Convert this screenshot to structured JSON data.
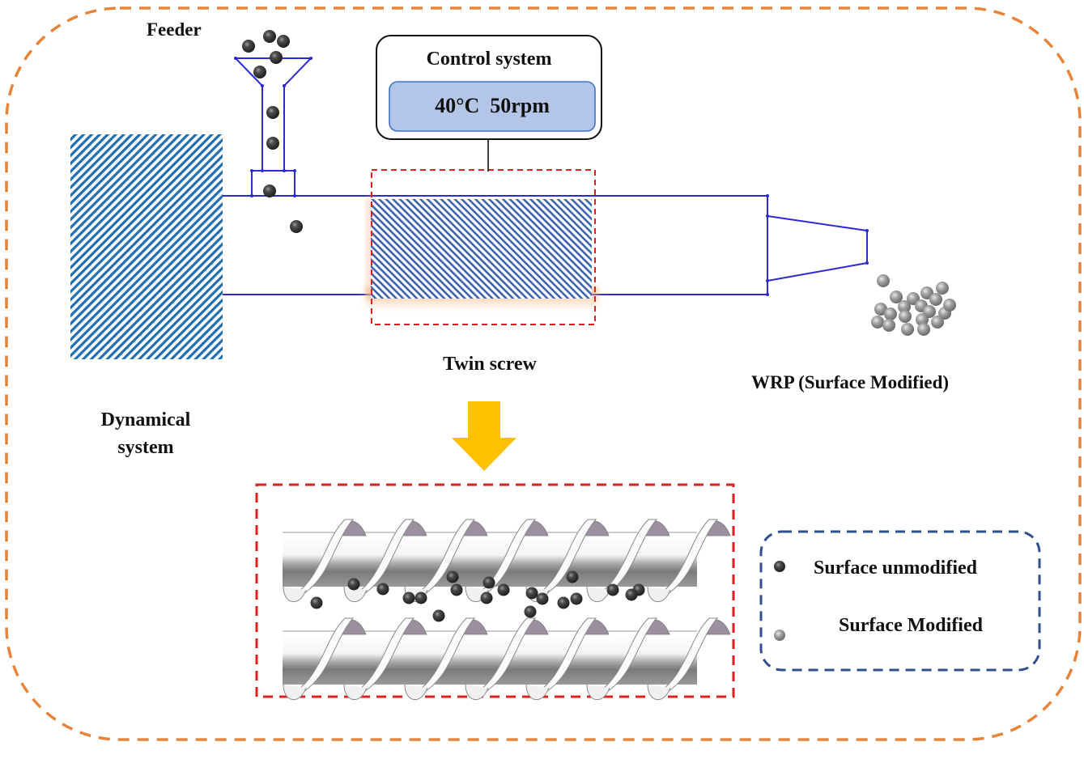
{
  "diagram": {
    "type": "process-schematic",
    "labels": {
      "feeder": "Feeder",
      "control_system_title": "Control system",
      "control_settings": "40°C  50rpm",
      "twin_screw": "Twin screw",
      "output_product": "WRP (Surface Modified)",
      "dynamical_system_line1": "Dynamical",
      "dynamical_system_line2": "system"
    },
    "control_system": {
      "temperature": "40°C",
      "speed": "50rpm"
    },
    "legend": {
      "items": [
        {
          "label": "Surface unmodified",
          "marker": "dark-sphere",
          "color": "#3a3a3a"
        },
        {
          "label": "Surface Modified",
          "marker": "light-sphere",
          "color": "#9a9a9a"
        }
      ]
    },
    "colors": {
      "outer_border": "#e8843a",
      "extruder_lines": "#2b2bd6",
      "motor_hatch": "#1f6fb0",
      "screw_hatch": "#3c63b0",
      "highlight_box": "#e02020",
      "arrow": "#ffc000",
      "control_panel_fill": "#b4c6e7",
      "control_panel_border": "#4472c4",
      "legend_border": "#2f4f8f",
      "unmodified_particle": "#3a3a3a",
      "modified_particle": "#9a9a9a"
    },
    "particles": {
      "feeder_unmodified_count": 9,
      "screw_zone_unmodified_count": 20,
      "output_modified_count": 20
    },
    "screw_flights_per_shaft": 7,
    "screw_shafts": 2
  }
}
